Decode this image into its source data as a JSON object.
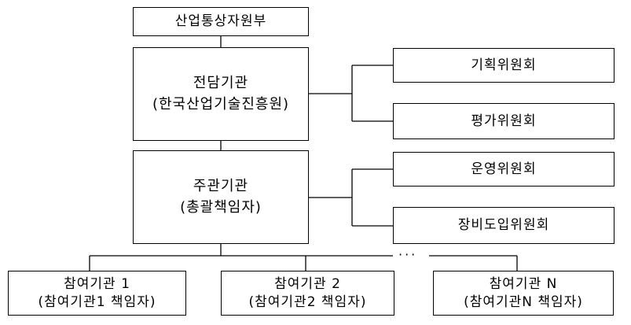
{
  "ministry": {
    "label": "산업통상자원부"
  },
  "dedicated_agency": {
    "name": "전담기관",
    "detail": "(한국산업기술진흥원)"
  },
  "planning_committee": {
    "label": "기획위원회"
  },
  "evaluation_committee": {
    "label": "평가위원회"
  },
  "lead_agency": {
    "name": "주관기관",
    "detail": "(총괄책임자)"
  },
  "operations_committee": {
    "label": "운영위원회"
  },
  "equipment_committee": {
    "label": "장비도입위원회"
  },
  "participants": [
    {
      "name": "참여기관 1",
      "detail": "(참여기관1 책임자)"
    },
    {
      "name": "참여기관 2",
      "detail": "(참여기관2 책임자)"
    },
    {
      "name": "참여기관 N",
      "detail": "(참여기관N 책임자)"
    }
  ],
  "ellipsis": "···"
}
